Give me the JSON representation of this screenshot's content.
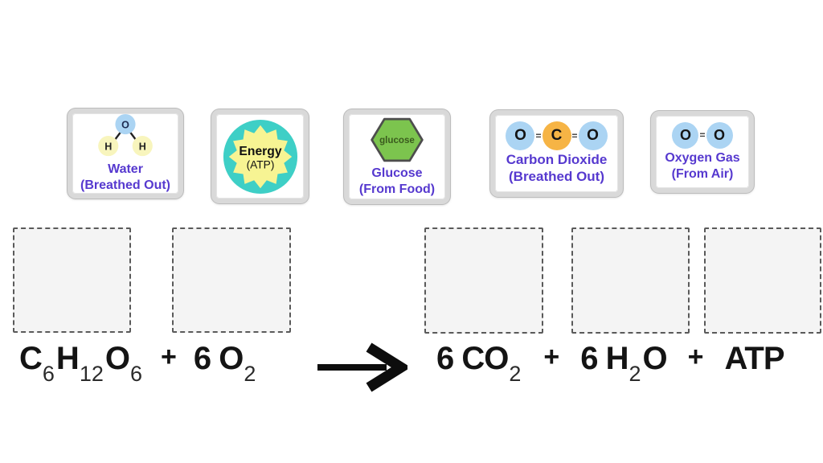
{
  "colors": {
    "label_purple": "#5639cf",
    "frame_gray": "#d9d9d9",
    "oxygen_blue": "#abd4f3",
    "hydrogen_yellow": "#f8f5bd",
    "carbon_orange": "#f6b445",
    "energy_teal": "#3ecfc6",
    "star_yellow": "#f7f493",
    "glucose_green": "#7cc44e",
    "zone_fill": "#f4f4f4",
    "ink_black": "#141414"
  },
  "cards": {
    "water": {
      "o": "O",
      "h_left": "H",
      "h_right": "H",
      "line1": "Water",
      "line2": "(Breathed Out)"
    },
    "energy": {
      "line1": "Energy",
      "line2": "(ATP)"
    },
    "glucose": {
      "hex": "glucose",
      "line1": "Glucose",
      "line2": "(From Food)"
    },
    "carbon_dioxide": {
      "o_left": "O",
      "c": "C",
      "o_right": "O",
      "bond": "=",
      "line1": "Carbon Dioxide",
      "line2": "(Breathed Out)"
    },
    "oxygen_gas": {
      "o_left": "O",
      "o_right": "O",
      "bond": "=",
      "line1": "Oxygen Gas",
      "line2": "(From Air)"
    }
  },
  "equation": {
    "glucose": {
      "p1": "C",
      "s1": "6",
      "p2": "H",
      "s2": "12",
      "p3": "O",
      "s3": "6"
    },
    "plus_1": "+",
    "oxygen": {
      "p1": "6 O",
      "s1": "2"
    },
    "co2": {
      "p1": "6 CO",
      "s1": "2"
    },
    "plus_2": "+",
    "water": {
      "p1": "6 H",
      "s1": "2",
      "p2": "O"
    },
    "plus_3": "+",
    "atp": "ATP"
  }
}
